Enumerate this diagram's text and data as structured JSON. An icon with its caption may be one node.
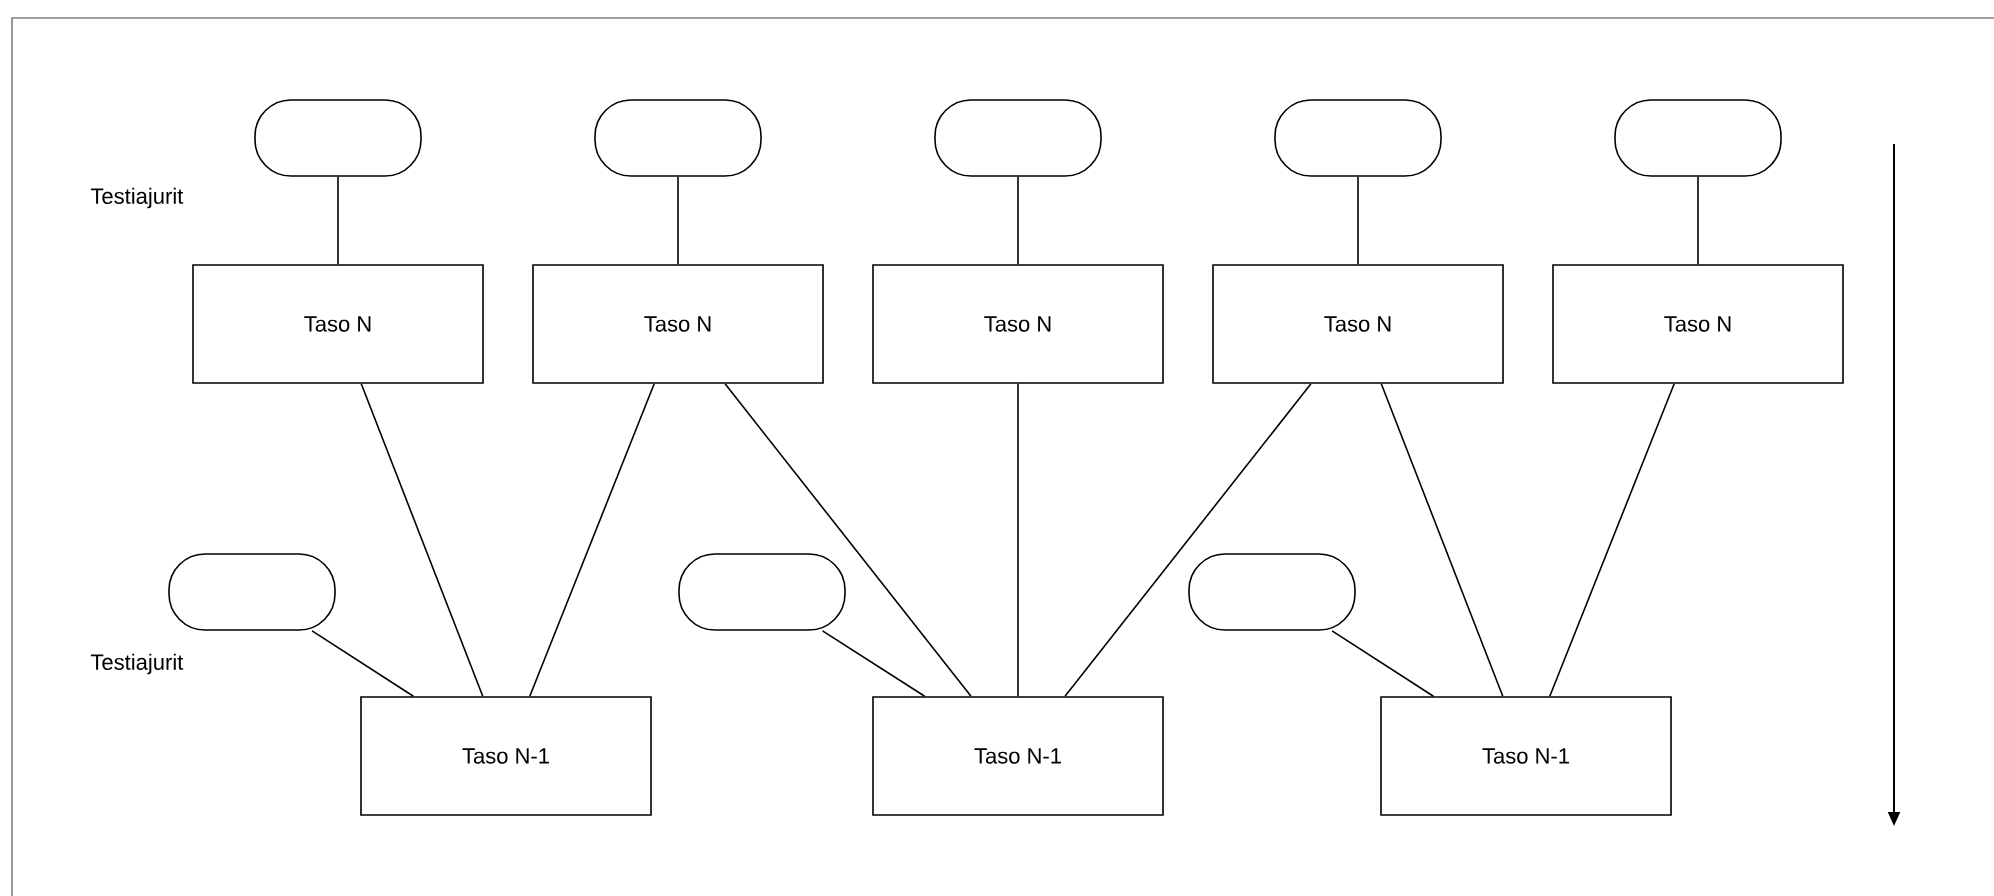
{
  "diagram": {
    "nodes": [
      {
        "text": [],
        "shape": "oval"
      },
      {
        "text": [],
        "shape": "oval"
      },
      {
        "text": [],
        "shape": "oval"
      },
      {
        "text": [],
        "shape": "oval"
      },
      {
        "text": [],
        "shape": "oval"
      },
      {
        "text": [
          "Taso N"
        ]
      },
      {
        "text": [
          "Taso N"
        ]
      },
      {
        "text": [
          "Taso N"
        ]
      },
      {
        "text": [
          "Taso N"
        ]
      },
      {
        "text": [
          "Taso N"
        ]
      },
      {
        "text": [],
        "shape": "oval"
      },
      {
        "text": [],
        "shape": "oval"
      },
      {
        "text": [],
        "shape": "oval"
      },
      {
        "text": [
          "Taso N-1"
        ]
      },
      {
        "text": [
          "Taso N-1"
        ]
      },
      {
        "text": [
          "Taso N-1"
        ]
      }
    ],
    "edges": [
      {
        "from": 0,
        "to": 5,
        "arrow": "none"
      },
      {
        "from": 1,
        "to": 6,
        "arrow": "none"
      },
      {
        "from": 2,
        "to": 7,
        "arrow": "none"
      },
      {
        "from": 3,
        "to": 8,
        "arrow": "none"
      },
      {
        "from": 4,
        "to": 9,
        "arrow": "none"
      },
      {
        "from": 5,
        "to": 13,
        "arrow": "none"
      },
      {
        "from": 6,
        "to": 13,
        "arrow": "none"
      },
      {
        "from": 6,
        "to": 14,
        "arrow": "none"
      },
      {
        "from": 7,
        "to": 14,
        "arrow": "none"
      },
      {
        "from": 8,
        "to": 14,
        "arrow": "none"
      },
      {
        "from": 8,
        "to": 15,
        "arrow": "none"
      },
      {
        "from": 9,
        "to": 15,
        "arrow": "none"
      },
      {
        "from": 10,
        "to": 13,
        "arrow": "none"
      },
      {
        "from": 11,
        "to": 14,
        "arrow": "none"
      },
      {
        "from": 12,
        "to": 15,
        "arrow": "none"
      }
    ],
    "labels": [
      "Testiajurit",
      "Testiajurit"
    ]
  }
}
